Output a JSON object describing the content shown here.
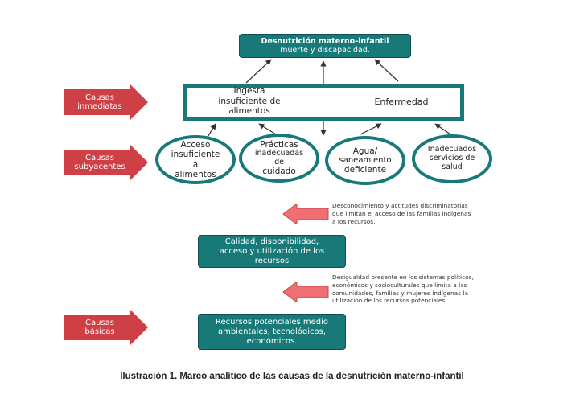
{
  "colors": {
    "teal": "#177a78",
    "teal_dark": "#0f4f4f",
    "side_arrow": "#cf3f46",
    "note_arrow": "#ef6f72",
    "connector": "#333333"
  },
  "outcome": {
    "line1": "Desnutrición materno-infantil",
    "line2": "muerte y discapacidad."
  },
  "immediate": {
    "label_line1": "Causas",
    "label_line2": "inmediatas",
    "food_line1": "Ingesta",
    "food_line2": "insuficiente de",
    "food_line3": "alimentos",
    "disease": "Enfermedad"
  },
  "underlying": {
    "label_line1": "Causas",
    "label_line2": "subyacentes",
    "ovals": [
      {
        "line1": "Acceso",
        "line2": "insuficiente a",
        "line3": "alimentos"
      },
      {
        "line1": "Prácticas",
        "line2": "inadecuadas de",
        "line3": "cuidado"
      },
      {
        "line1": "Agua/",
        "line2": "saneamiento",
        "line3": "deficiente"
      },
      {
        "line1": "Inadecuados",
        "line2": "servicios de",
        "line3": "salud"
      }
    ]
  },
  "note1": {
    "line1": "Desconocimiento y actitudes discriminatorias",
    "line2": "que limitan el acceso de las familias indígenas",
    "line3": "a los recursos."
  },
  "resources_quality": {
    "line1": "Calidad, disponibilidad,",
    "line2": "acceso y utilización de los",
    "line3": "recursos"
  },
  "note2": {
    "line1": "Desigualdad presente en los sistemas políticos,",
    "line2": "económicos y socioculturales que limita a las",
    "line3": "comunidades, familias y mujeres indígenas la",
    "line4": "utilización de los recursos potenciales."
  },
  "basic": {
    "label_line1": "Causas",
    "label_line2": "básicas",
    "box_line1": "Recursos potenciales medio",
    "box_line2": "ambientales, tecnológicos,",
    "box_line3": "económicos."
  },
  "caption": "Ilustración 1. Marco analítico de las causas de la desnutrición materno-infantil"
}
